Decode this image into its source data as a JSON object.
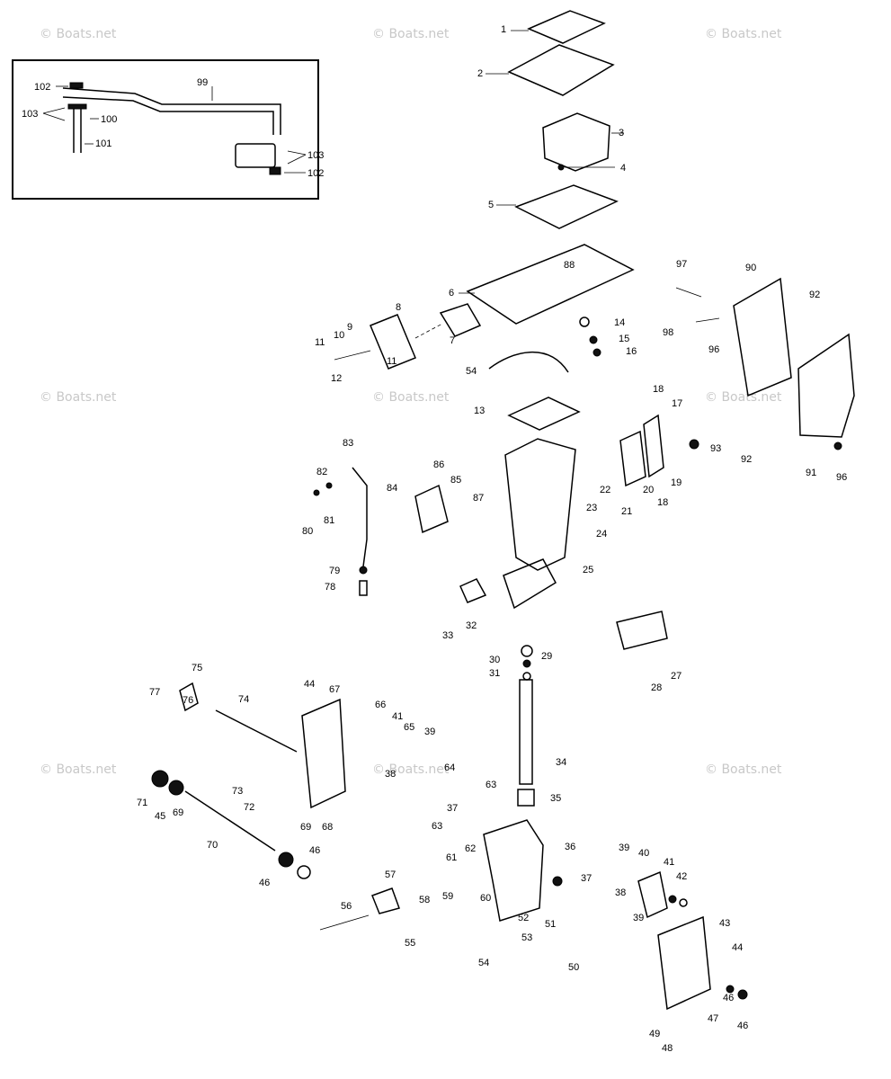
{
  "watermarks": [
    {
      "id": "wm-1",
      "text": "© Boats.net"
    },
    {
      "id": "wm-2",
      "text": "© Boats.net"
    },
    {
      "id": "wm-3",
      "text": "© Boats.net"
    },
    {
      "id": "wm-4",
      "text": "© Boats.net"
    },
    {
      "id": "wm-5",
      "text": "© Boats.net"
    },
    {
      "id": "wm-6",
      "text": "© Boats.net"
    },
    {
      "id": "wm-7",
      "text": "© Boats.net"
    },
    {
      "id": "wm-8",
      "text": "© Boats.net"
    },
    {
      "id": "wm-9",
      "text": "© Boats.net"
    }
  ],
  "callouts": [
    {
      "id": "c1",
      "text": "1"
    },
    {
      "id": "c2",
      "text": "2"
    },
    {
      "id": "c3",
      "text": "3"
    },
    {
      "id": "c4",
      "text": "4"
    },
    {
      "id": "c5",
      "text": "5"
    },
    {
      "id": "c6",
      "text": "6"
    },
    {
      "id": "c7",
      "text": "7"
    },
    {
      "id": "c8",
      "text": "8"
    },
    {
      "id": "c9",
      "text": "9"
    },
    {
      "id": "c10",
      "text": "10"
    },
    {
      "id": "c11a",
      "text": "11"
    },
    {
      "id": "c11b",
      "text": "11"
    },
    {
      "id": "c12",
      "text": "12"
    },
    {
      "id": "c13",
      "text": "13"
    },
    {
      "id": "c14",
      "text": "14"
    },
    {
      "id": "c15",
      "text": "15"
    },
    {
      "id": "c16",
      "text": "16"
    },
    {
      "id": "c17",
      "text": "17"
    },
    {
      "id": "c18a",
      "text": "18"
    },
    {
      "id": "c18b",
      "text": "18"
    },
    {
      "id": "c19",
      "text": "19"
    },
    {
      "id": "c20",
      "text": "20"
    },
    {
      "id": "c21",
      "text": "21"
    },
    {
      "id": "c22",
      "text": "22"
    },
    {
      "id": "c23",
      "text": "23"
    },
    {
      "id": "c24",
      "text": "24"
    },
    {
      "id": "c25",
      "text": "25"
    },
    {
      "id": "c27",
      "text": "27"
    },
    {
      "id": "c28",
      "text": "28"
    },
    {
      "id": "c29",
      "text": "29"
    },
    {
      "id": "c30",
      "text": "30"
    },
    {
      "id": "c31",
      "text": "31"
    },
    {
      "id": "c32",
      "text": "32"
    },
    {
      "id": "c33",
      "text": "33"
    },
    {
      "id": "c34",
      "text": "34"
    },
    {
      "id": "c35",
      "text": "35"
    },
    {
      "id": "c36",
      "text": "36"
    },
    {
      "id": "c37a",
      "text": "37"
    },
    {
      "id": "c37b",
      "text": "37"
    },
    {
      "id": "c38a",
      "text": "38"
    },
    {
      "id": "c38b",
      "text": "38"
    },
    {
      "id": "c39a",
      "text": "39"
    },
    {
      "id": "c39b",
      "text": "39"
    },
    {
      "id": "c39c",
      "text": "39"
    },
    {
      "id": "c40",
      "text": "40"
    },
    {
      "id": "c41a",
      "text": "41"
    },
    {
      "id": "c41b",
      "text": "41"
    },
    {
      "id": "c42",
      "text": "42"
    },
    {
      "id": "c43",
      "text": "43"
    },
    {
      "id": "c44a",
      "text": "44"
    },
    {
      "id": "c44b",
      "text": "44"
    },
    {
      "id": "c45",
      "text": "45"
    },
    {
      "id": "c46a",
      "text": "46"
    },
    {
      "id": "c46b",
      "text": "46"
    },
    {
      "id": "c46c",
      "text": "46"
    },
    {
      "id": "c46d",
      "text": "46"
    },
    {
      "id": "c47",
      "text": "47"
    },
    {
      "id": "c48a",
      "text": "48"
    },
    {
      "id": "c48b",
      "text": "48"
    },
    {
      "id": "c49",
      "text": "49"
    },
    {
      "id": "c50",
      "text": "50"
    },
    {
      "id": "c51",
      "text": "51"
    },
    {
      "id": "c52",
      "text": "52"
    },
    {
      "id": "c53",
      "text": "53"
    },
    {
      "id": "c54",
      "text": "54"
    },
    {
      "id": "c55",
      "text": "55"
    },
    {
      "id": "c56",
      "text": "56"
    },
    {
      "id": "c57",
      "text": "57"
    },
    {
      "id": "c58",
      "text": "58"
    },
    {
      "id": "c59",
      "text": "59"
    },
    {
      "id": "c60",
      "text": "60"
    },
    {
      "id": "c61",
      "text": "61"
    },
    {
      "id": "c62",
      "text": "62"
    },
    {
      "id": "c63a",
      "text": "63"
    },
    {
      "id": "c63b",
      "text": "63"
    },
    {
      "id": "c64",
      "text": "64"
    },
    {
      "id": "c65",
      "text": "65"
    },
    {
      "id": "c66",
      "text": "66"
    },
    {
      "id": "c67",
      "text": "67"
    },
    {
      "id": "c68",
      "text": "68"
    },
    {
      "id": "c69a",
      "text": "69"
    },
    {
      "id": "c69b",
      "text": "69"
    },
    {
      "id": "c70",
      "text": "70"
    },
    {
      "id": "c71",
      "text": "71"
    },
    {
      "id": "c72",
      "text": "72"
    },
    {
      "id": "c73",
      "text": "73"
    },
    {
      "id": "c74",
      "text": "74"
    },
    {
      "id": "c75",
      "text": "75"
    },
    {
      "id": "c76",
      "text": "76"
    },
    {
      "id": "c77",
      "text": "77"
    },
    {
      "id": "c78",
      "text": "78"
    },
    {
      "id": "c79",
      "text": "79"
    },
    {
      "id": "c80",
      "text": "80"
    },
    {
      "id": "c81",
      "text": "81"
    },
    {
      "id": "c82",
      "text": "82"
    },
    {
      "id": "c83",
      "text": "83"
    },
    {
      "id": "c84",
      "text": "84"
    },
    {
      "id": "c85",
      "text": "85"
    },
    {
      "id": "c86",
      "text": "86"
    },
    {
      "id": "c87",
      "text": "87"
    },
    {
      "id": "c88",
      "text": "88"
    },
    {
      "id": "c90",
      "text": "90"
    },
    {
      "id": "c91",
      "text": "91"
    },
    {
      "id": "c92a",
      "text": "92"
    },
    {
      "id": "c92b",
      "text": "92"
    },
    {
      "id": "c93",
      "text": "93"
    },
    {
      "id": "c96a",
      "text": "96"
    },
    {
      "id": "c96b",
      "text": "96"
    },
    {
      "id": "c97",
      "text": "97"
    },
    {
      "id": "c98",
      "text": "98"
    },
    {
      "id": "c99",
      "text": "99"
    },
    {
      "id": "c100",
      "text": "100"
    },
    {
      "id": "c101",
      "text": "101"
    },
    {
      "id": "c102a",
      "text": "102"
    },
    {
      "id": "c102b",
      "text": "102"
    },
    {
      "id": "c103a",
      "text": "103"
    },
    {
      "id": "c103b",
      "text": "103"
    }
  ]
}
